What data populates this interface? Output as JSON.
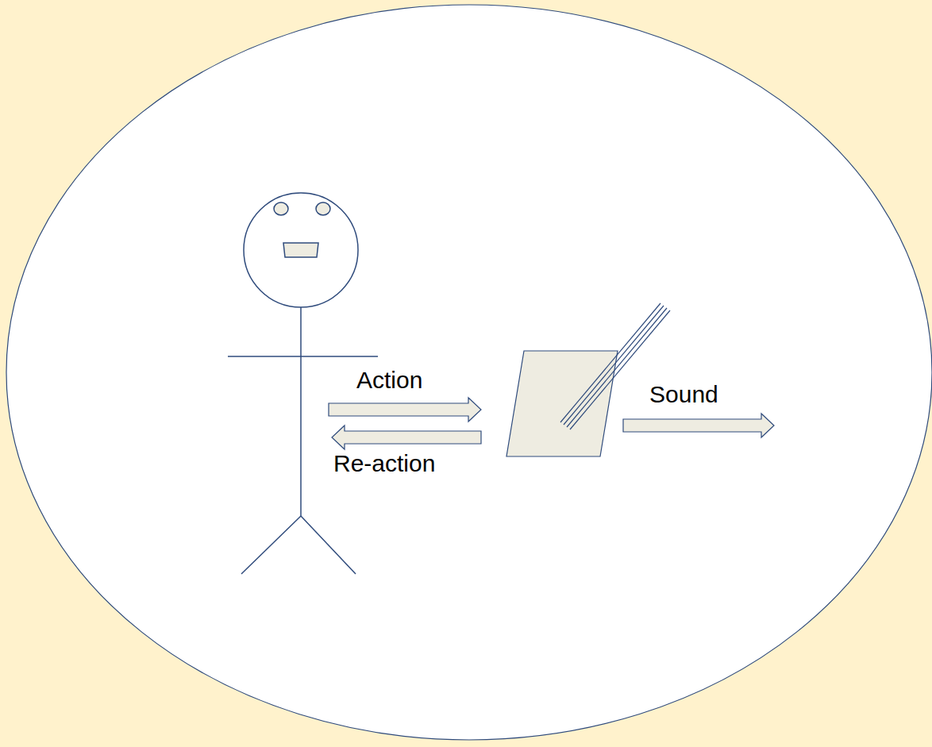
{
  "diagram": {
    "labels": [
      "Action",
      "Re-action",
      "Sound"
    ]
  }
}
